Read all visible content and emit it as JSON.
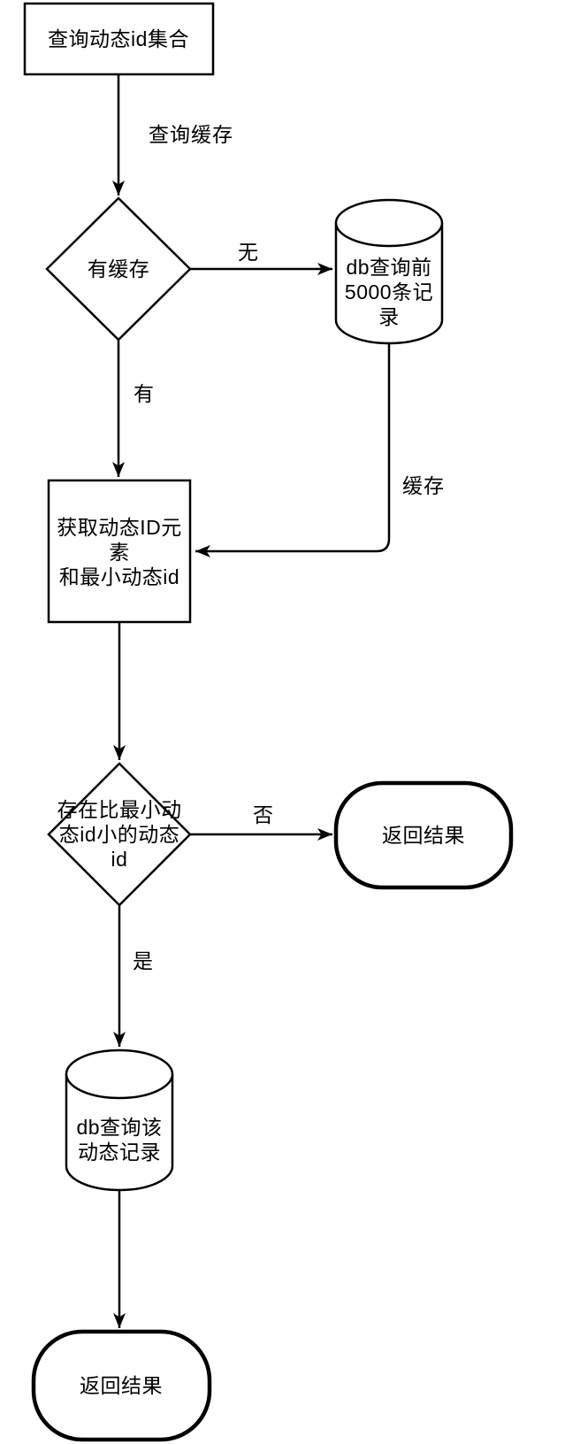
{
  "flowchart": {
    "nodes": {
      "start": "查询动态id集合",
      "has_cache_decision": "有缓存",
      "db_query_top5000": "db查询前\n5000条记\n录",
      "get_dynamic_elements": "获取动态ID元\n素\n和最小动态id",
      "smaller_id_decision": "存在比最小动\n态id小的动态\nid",
      "return_result_right": "返回结果",
      "db_query_record": "db查询该\n动态记录",
      "return_result_bottom": "返回结果"
    },
    "edge_labels": {
      "query_cache": "查询缓存",
      "no_cache": "无",
      "have_cache": "有",
      "cache": "缓存",
      "not_exists": "否",
      "exists": "是"
    },
    "colors": {
      "stroke": "#000000",
      "fill": "#ffffff",
      "text": "#000000",
      "background": "#ffffff"
    }
  }
}
